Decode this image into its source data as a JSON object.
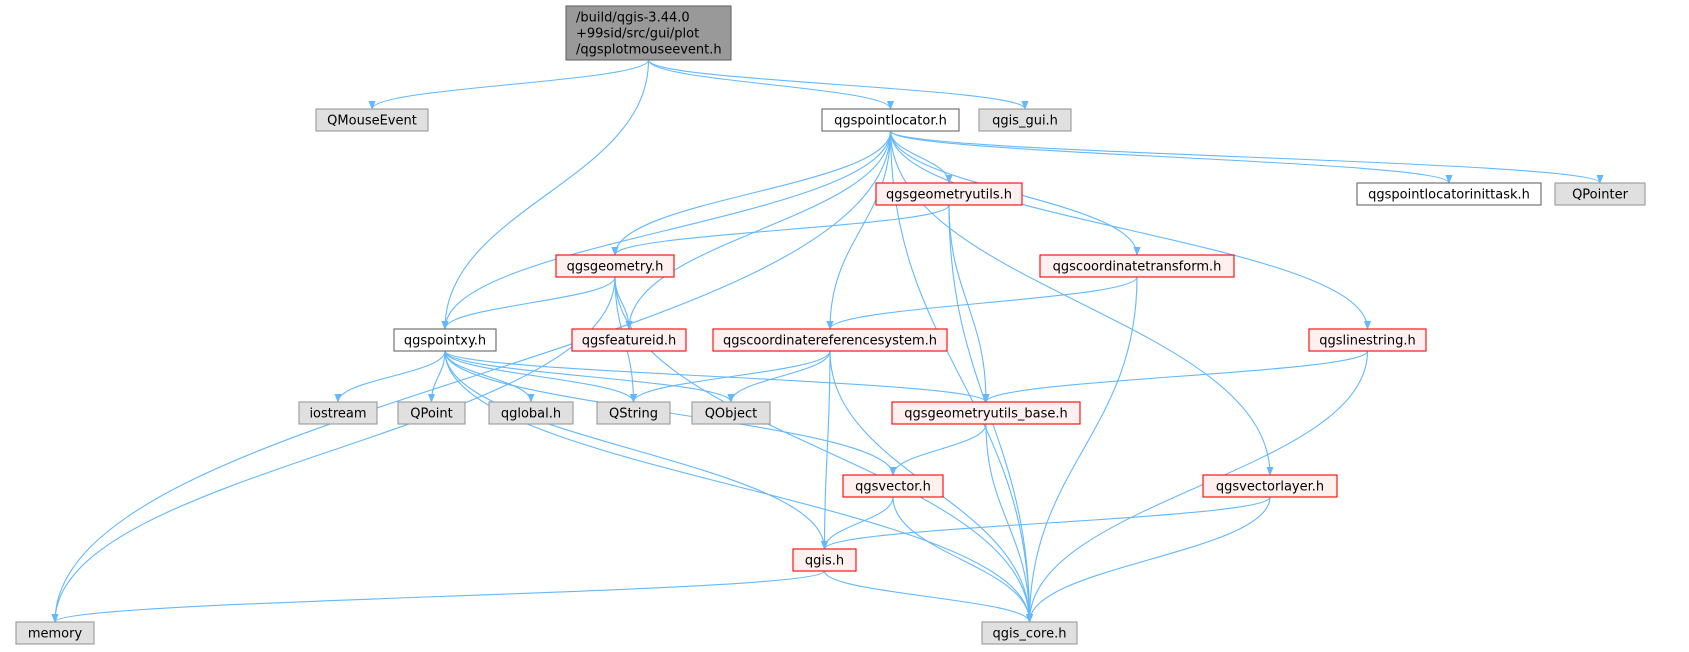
{
  "diagram": {
    "type": "include-dependency-graph",
    "style": {
      "edge_color": "#63b8ff",
      "node_styles": {
        "root": {
          "fill": "#999999",
          "stroke": "#666666"
        },
        "documented": {
          "fill": "#ffffff",
          "stroke": "#666666"
        },
        "undocumented": {
          "fill": "#fff0f0",
          "stroke": "#ff0000"
        },
        "external": {
          "fill": "#e0e0e0",
          "stroke": "#999999"
        }
      }
    },
    "nodes": [
      {
        "id": "root",
        "label": [
          "/build/qgis-3.44.0",
          "+99sid/src/gui/plot",
          "/qgsplotmouseevent.h"
        ],
        "kind": "root"
      },
      {
        "id": "qmouseevent",
        "label": [
          "QMouseEvent"
        ],
        "kind": "external"
      },
      {
        "id": "qgspointlocator",
        "label": [
          "qgspointlocator.h"
        ],
        "kind": "documented"
      },
      {
        "id": "qgis_gui",
        "label": [
          "qgis_gui.h"
        ],
        "kind": "external"
      },
      {
        "id": "qgsgeometryutils",
        "label": [
          "qgsgeometryutils.h"
        ],
        "kind": "undocumented"
      },
      {
        "id": "qgspointlocatorinittask",
        "label": [
          "qgspointlocatorinittask.h"
        ],
        "kind": "documented"
      },
      {
        "id": "qpointer",
        "label": [
          "QPointer"
        ],
        "kind": "external"
      },
      {
        "id": "qgsgeometry",
        "label": [
          "qgsgeometry.h"
        ],
        "kind": "undocumented"
      },
      {
        "id": "qgscoordinatetransform",
        "label": [
          "qgscoordinatetransform.h"
        ],
        "kind": "undocumented"
      },
      {
        "id": "qgspointxy",
        "label": [
          "qgspointxy.h"
        ],
        "kind": "documented"
      },
      {
        "id": "qgsfeatureid",
        "label": [
          "qgsfeatureid.h"
        ],
        "kind": "undocumented"
      },
      {
        "id": "qgscoordinatereferencesystem",
        "label": [
          "qgscoordinatereferencesystem.h"
        ],
        "kind": "undocumented"
      },
      {
        "id": "qgslinestring",
        "label": [
          "qgslinestring.h"
        ],
        "kind": "undocumented"
      },
      {
        "id": "iostream",
        "label": [
          "iostream"
        ],
        "kind": "external"
      },
      {
        "id": "qpoint",
        "label": [
          "QPoint"
        ],
        "kind": "external"
      },
      {
        "id": "qglobal",
        "label": [
          "qglobal.h"
        ],
        "kind": "external"
      },
      {
        "id": "qstring",
        "label": [
          "QString"
        ],
        "kind": "external"
      },
      {
        "id": "qobject",
        "label": [
          "QObject"
        ],
        "kind": "external"
      },
      {
        "id": "qgsgeometryutils_base",
        "label": [
          "qgsgeometryutils_base.h"
        ],
        "kind": "undocumented"
      },
      {
        "id": "qgsvector",
        "label": [
          "qgsvector.h"
        ],
        "kind": "undocumented"
      },
      {
        "id": "qgsvectorlayer",
        "label": [
          "qgsvectorlayer.h"
        ],
        "kind": "undocumented"
      },
      {
        "id": "qgis",
        "label": [
          "qgis.h"
        ],
        "kind": "undocumented"
      },
      {
        "id": "memory",
        "label": [
          "memory"
        ],
        "kind": "external"
      },
      {
        "id": "qgis_core",
        "label": [
          "qgis_core.h"
        ],
        "kind": "external"
      }
    ],
    "edges": [
      [
        "root",
        "qmouseevent"
      ],
      [
        "root",
        "qgspointlocator"
      ],
      [
        "root",
        "qgis_gui"
      ],
      [
        "root",
        "qgspointxy"
      ],
      [
        "qgspointlocator",
        "qgsgeometryutils"
      ],
      [
        "qgspointlocator",
        "qgspointlocatorinittask"
      ],
      [
        "qgspointlocator",
        "qpointer"
      ],
      [
        "qgspointlocator",
        "qgsgeometry"
      ],
      [
        "qgspointlocator",
        "qgscoordinatetransform"
      ],
      [
        "qgspointlocator",
        "qgspointxy"
      ],
      [
        "qgspointlocator",
        "qgsfeatureid"
      ],
      [
        "qgspointlocator",
        "qgscoordinatereferencesystem"
      ],
      [
        "qgspointlocator",
        "qgslinestring"
      ],
      [
        "qgspointlocator",
        "qgsvectorlayer"
      ],
      [
        "qgspointlocator",
        "memory"
      ],
      [
        "qgspointlocator",
        "qgis_core"
      ],
      [
        "qgsgeometryutils",
        "qgsgeometry"
      ],
      [
        "qgsgeometryutils",
        "qgsgeometryutils_base"
      ],
      [
        "qgsgeometryutils",
        "qgis_core"
      ],
      [
        "qgsgeometry",
        "qgspointxy"
      ],
      [
        "qgsgeometry",
        "qgsfeatureid"
      ],
      [
        "qgsgeometry",
        "qstring"
      ],
      [
        "qgsgeometry",
        "memory"
      ],
      [
        "qgsgeometry",
        "qgis_core"
      ],
      [
        "qgscoordinatetransform",
        "qgscoordinatereferencesystem"
      ],
      [
        "qgscoordinatetransform",
        "qgis_core"
      ],
      [
        "qgspointxy",
        "iostream"
      ],
      [
        "qgspointxy",
        "qpoint"
      ],
      [
        "qgspointxy",
        "qglobal"
      ],
      [
        "qgspointxy",
        "qstring"
      ],
      [
        "qgspointxy",
        "qobject"
      ],
      [
        "qgspointxy",
        "qgsgeometryutils_base"
      ],
      [
        "qgspointxy",
        "qgsvector"
      ],
      [
        "qgspointxy",
        "qgis"
      ],
      [
        "qgspointxy",
        "qgis_core"
      ],
      [
        "qgscoordinatereferencesystem",
        "qstring"
      ],
      [
        "qgscoordinatereferencesystem",
        "qobject"
      ],
      [
        "qgscoordinatereferencesystem",
        "qgis"
      ],
      [
        "qgscoordinatereferencesystem",
        "qgis_core"
      ],
      [
        "qgslinestring",
        "qgsgeometryutils_base"
      ],
      [
        "qgslinestring",
        "qgis_core"
      ],
      [
        "qgsgeometryutils_base",
        "qgsvector"
      ],
      [
        "qgsgeometryutils_base",
        "qgis_core"
      ],
      [
        "qgsvector",
        "qgis"
      ],
      [
        "qgsvector",
        "qgis_core"
      ],
      [
        "qgsvectorlayer",
        "qgis"
      ],
      [
        "qgsvectorlayer",
        "qgis_core"
      ],
      [
        "qgis",
        "memory"
      ],
      [
        "qgis",
        "qgis_core"
      ]
    ]
  }
}
